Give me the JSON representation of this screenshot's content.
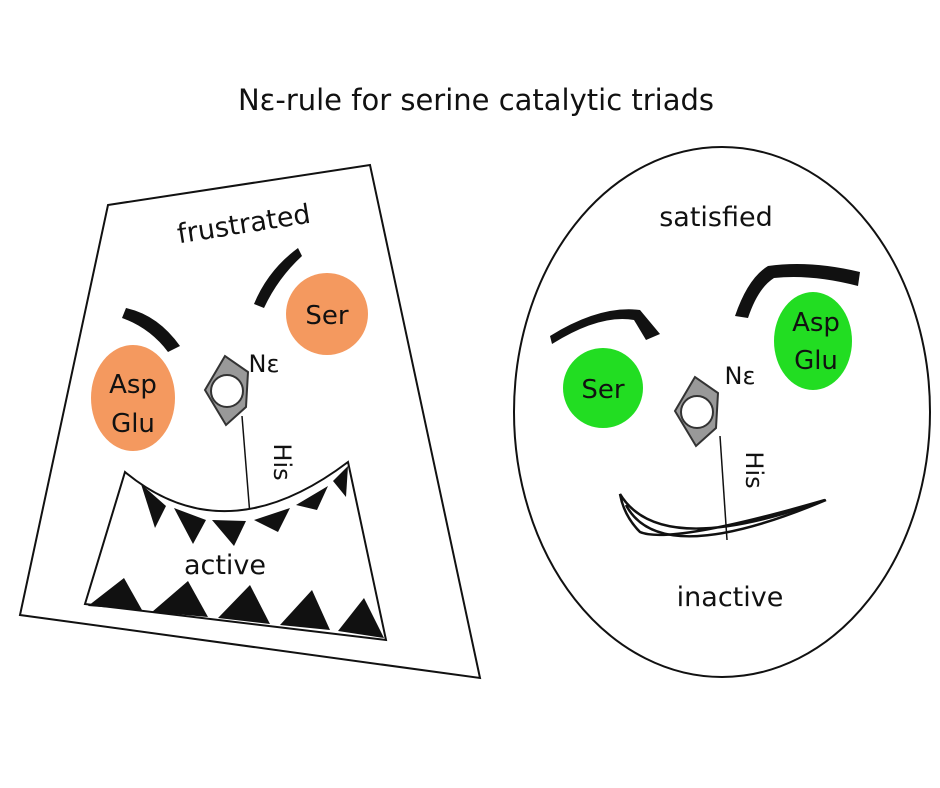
{
  "title": "Nε-rule for serine catalytic triads",
  "colors": {
    "frustrated_residue": "#f4995f",
    "satisfied_residue": "#22dd22",
    "his_ring": "#999999",
    "outline": "#111111"
  },
  "frustrated": {
    "mood": "frustrated",
    "state": "active",
    "residues": {
      "ser": "Ser",
      "acid_line1": "Asp",
      "acid_line2": "Glu",
      "his": "His",
      "n_epsilon": "Nε"
    }
  },
  "satisfied": {
    "mood": "satisfied",
    "state": "inactive",
    "residues": {
      "ser": "Ser",
      "acid_line1": "Asp",
      "acid_line2": "Glu",
      "his": "His",
      "n_epsilon": "Nε"
    }
  }
}
